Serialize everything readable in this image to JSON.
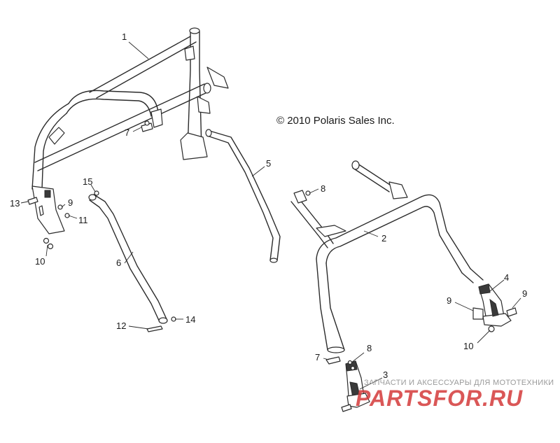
{
  "copyright": "© 2010 Polaris Sales Inc.",
  "callouts": {
    "c1": "1",
    "c2": "2",
    "c3": "3",
    "c4": "4",
    "c5": "5",
    "c6": "6",
    "c7a": "7",
    "c7b": "7",
    "c8a": "8",
    "c8b": "8",
    "c9a": "9",
    "c9b": "9",
    "c9c": "9",
    "c10a": "10",
    "c10b": "10",
    "c11": "11",
    "c12": "12",
    "c13": "13",
    "c14": "14",
    "c15": "15"
  },
  "watermark": {
    "caption": "ЗАПЧАСТИ И АКСЕССУАРЫ ДЛЯ МОТОТЕХНИКИ",
    "logo": "PARTSFOR.RU"
  }
}
